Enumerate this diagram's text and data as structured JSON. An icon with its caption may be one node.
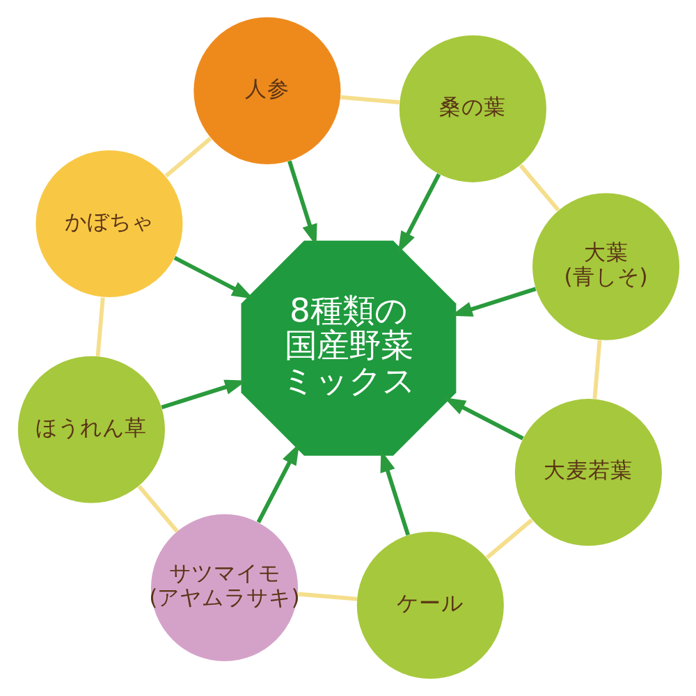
{
  "diagram": {
    "nodes": [
      {
        "text": [
          "ケール"
        ]
      },
      {
        "text": [
          "大麦若葉"
        ]
      },
      {
        "text": [
          "大葉",
          "(青しそ)"
        ]
      },
      {
        "text": [
          "桑の葉"
        ]
      },
      {
        "text": [
          "人参"
        ]
      },
      {
        "text": [
          "かぼちゃ"
        ]
      },
      {
        "text": [
          "ほうれん草"
        ]
      },
      {
        "text": [
          "サツマイモ",
          "(アヤムラサキ)"
        ]
      },
      {
        "text": [
          "8種類の国産野菜ミックス"
        ]
      }
    ],
    "edges": [
      {
        "from": 0,
        "to": 8,
        "arrow": "to"
      },
      {
        "from": 1,
        "to": 8,
        "arrow": "to"
      },
      {
        "from": 2,
        "to": 8,
        "arrow": "to"
      },
      {
        "from": 3,
        "to": 8,
        "arrow": "to"
      },
      {
        "from": 4,
        "to": 8,
        "arrow": "to"
      },
      {
        "from": 5,
        "to": 8,
        "arrow": "to"
      },
      {
        "from": 6,
        "to": 8,
        "arrow": "to"
      },
      {
        "from": 7,
        "to": 8,
        "arrow": "to"
      },
      {
        "from": 0,
        "to": 1,
        "arrow": "none",
        "color": "#f5de8c"
      },
      {
        "from": 1,
        "to": 2,
        "arrow": "none",
        "color": "#f5de8c"
      },
      {
        "from": 2,
        "to": 3,
        "arrow": "none",
        "color": "#f5de8c"
      },
      {
        "from": 3,
        "to": 4,
        "arrow": "none",
        "color": "#f5de8c"
      },
      {
        "from": 4,
        "to": 5,
        "arrow": "none",
        "color": "#f5de8c"
      },
      {
        "from": 5,
        "to": 6,
        "arrow": "none",
        "color": "#f5de8c"
      },
      {
        "from": 6,
        "to": 7,
        "arrow": "none",
        "color": "#f5de8c"
      },
      {
        "from": 7,
        "to": 0,
        "arrow": "none",
        "color": "#f5de8c"
      }
    ]
  }
}
